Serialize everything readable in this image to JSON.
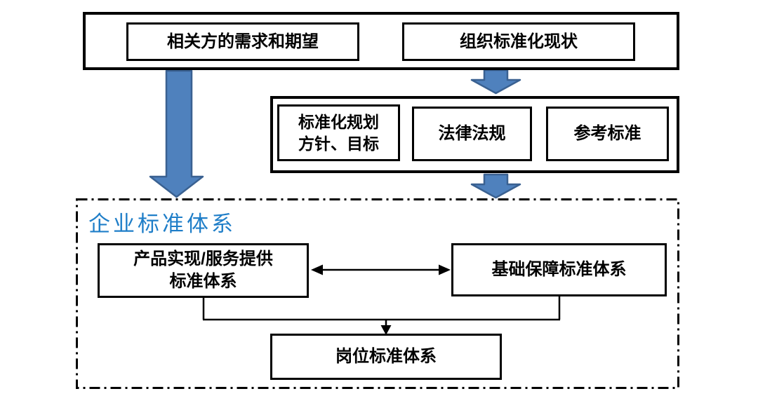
{
  "colors": {
    "arrow_fill": "#4f81bd",
    "arrow_stroke": "#3a6191",
    "line_color": "#000000",
    "enterprise_title_color": "#1f7ec8",
    "background": "#ffffff"
  },
  "top_container": {
    "boxes": [
      {
        "label": "相关方的需求和期望"
      },
      {
        "label": "组织标准化现状"
      }
    ]
  },
  "middle_container": {
    "boxes": [
      {
        "line1": "标准化规划",
        "line2": "方针、目标"
      },
      {
        "label": "法律法规"
      },
      {
        "label": "参考标准"
      }
    ]
  },
  "enterprise_container": {
    "title": "企业标准体系",
    "product_box": {
      "line1": "产品实现/服务提供",
      "line2": "标准体系"
    },
    "foundation_box": {
      "label": "基础保障标准体系"
    },
    "position_box": {
      "label": "岗位标准体系"
    }
  }
}
